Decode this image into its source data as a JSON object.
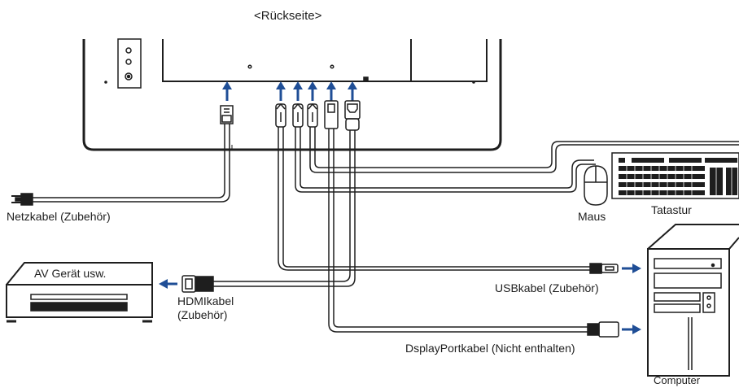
{
  "title": "<Rückseite>",
  "labels": {
    "power_cable": "Netzkabel (Zubehör)",
    "av_device": "AV Gerät usw.",
    "hdmi_cable_line1": "HDMIkabel",
    "hdmi_cable_line2": "(Zubehör)",
    "usb_cable": "USBkabel (Zubehör)",
    "displayport_cable": "DsplayPortkabel (Nicht enthalten)",
    "mouse": "Maus",
    "keyboard": "Tatastur",
    "computer": "Computer"
  },
  "colors": {
    "line": "#1e1e1e",
    "arrow": "#1f4e96",
    "background": "#ffffff"
  },
  "icons": [
    "up-arrow-icon",
    "left-arrow-icon",
    "right-arrow-icon",
    "power-plug-icon",
    "usb-connector-icon",
    "hdmi-connector-icon",
    "displayport-connector-icon"
  ]
}
